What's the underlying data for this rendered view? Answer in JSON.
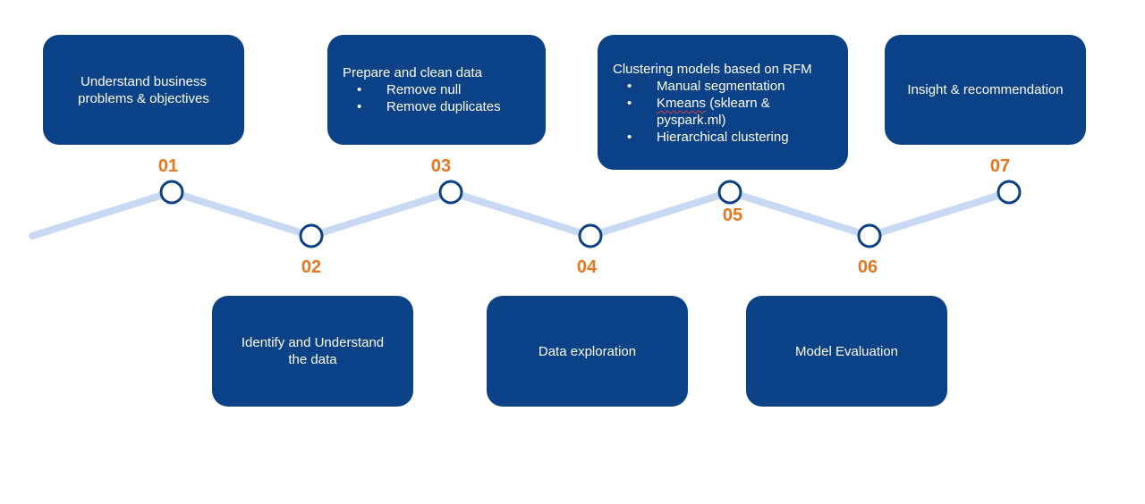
{
  "colors": {
    "box_fill": "#0b4186",
    "box_text": "#ffffff",
    "step_number": "#e6761f",
    "connector_line": "#c9d9f4",
    "node_stroke": "#0b4186",
    "node_fill": "#ffffff"
  },
  "steps": [
    {
      "number": "01",
      "title_lines": [
        "Understand business",
        "problems & objectives"
      ],
      "bullets": []
    },
    {
      "number": "02",
      "title_lines": [
        "Identify and Understand",
        "the data"
      ],
      "bullets": []
    },
    {
      "number": "03",
      "title_lines": [
        "Prepare and clean data"
      ],
      "bullets": [
        "Remove null",
        "Remove duplicates"
      ]
    },
    {
      "number": "04",
      "title_lines": [
        "Data exploration"
      ],
      "bullets": []
    },
    {
      "number": "05",
      "title_lines": [
        "Clustering models based on RFM"
      ],
      "bullets": [
        "Manual segmentation",
        "Kmeans (sklearn &",
        "pyspark.ml)",
        "Hierarchical clustering"
      ]
    },
    {
      "number": "06",
      "title_lines": [
        "Model Evaluation"
      ],
      "bullets": []
    },
    {
      "number": "07",
      "title_lines": [
        "Insight & recommendation"
      ],
      "bullets": []
    }
  ]
}
